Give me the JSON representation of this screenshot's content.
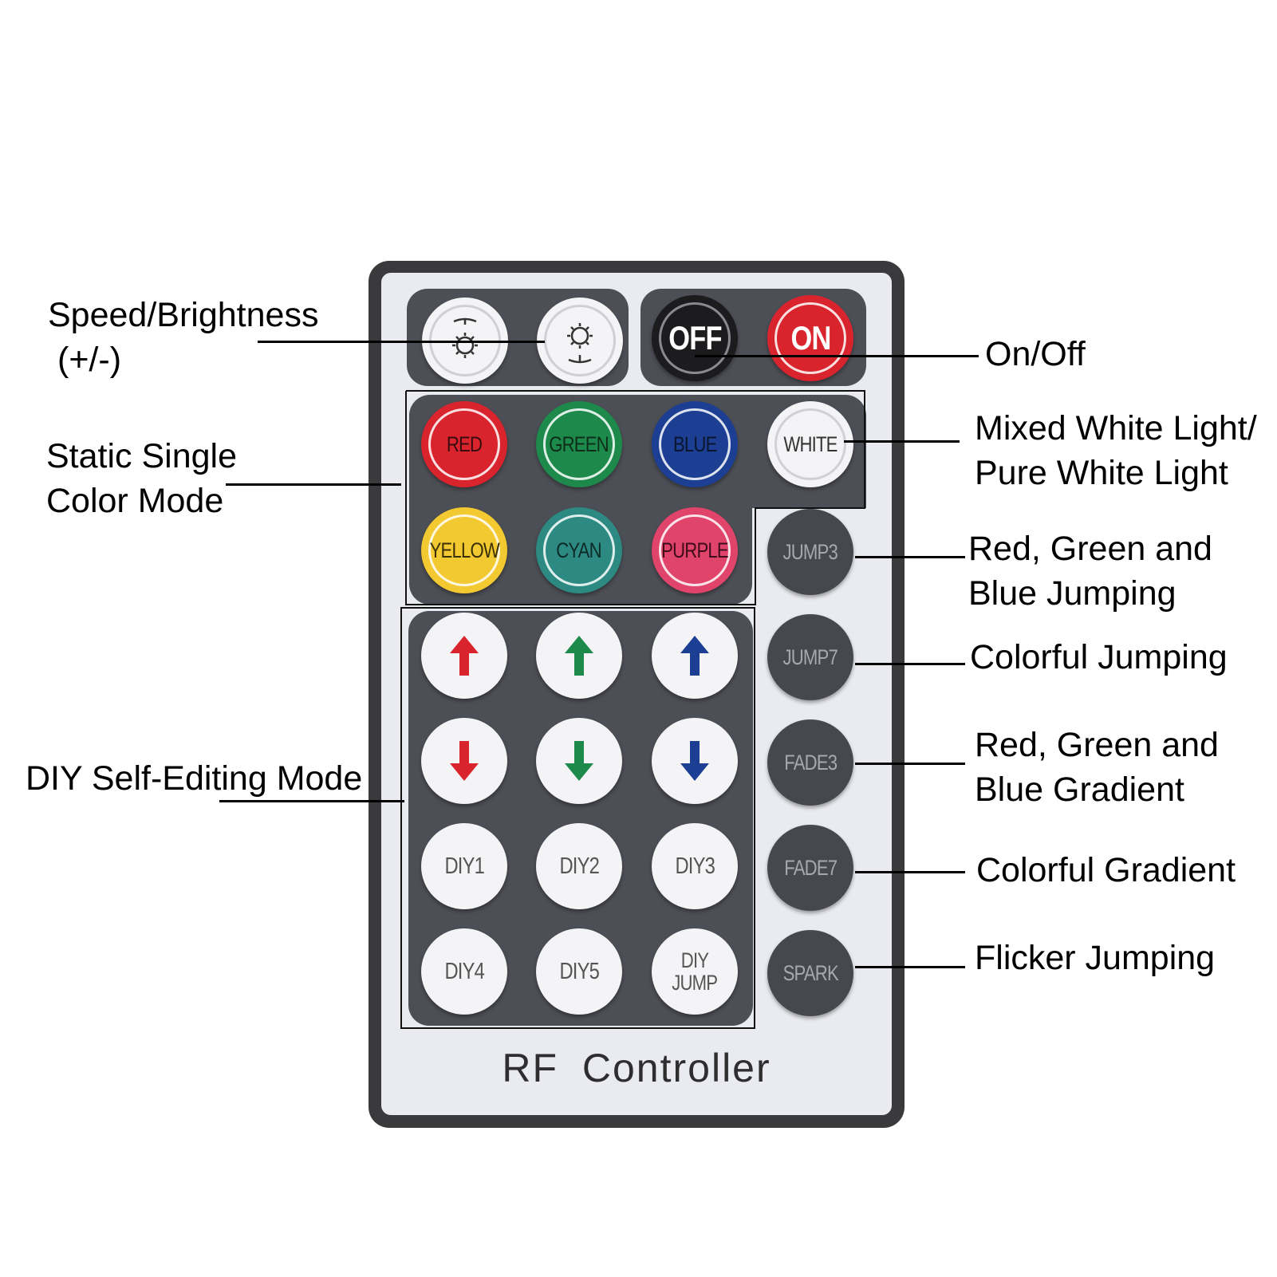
{
  "callouts": {
    "speed_brightness": "Speed/Brightness",
    "speed_brightness_sub": "(+/-)",
    "on_off": "On/Off",
    "mixed_white_1": "Mixed White Light/",
    "mixed_white_2": "Pure White Light",
    "static_single_1": "Static Single",
    "static_single_2": "Color Mode",
    "rgb_jumping_1": "Red, Green and",
    "rgb_jumping_2": "Blue Jumping",
    "colorful_jumping": "Colorful Jumping",
    "rgb_gradient_1": "Red, Green and",
    "rgb_gradient_2": "Blue Gradient",
    "colorful_gradient": "Colorful Gradient",
    "flicker_jumping": "Flicker Jumping",
    "diy_mode": "DIY Self-Editing Mode"
  },
  "remote": {
    "title": "RF Controller",
    "power": {
      "off": "OFF",
      "on": "ON"
    },
    "colors": [
      {
        "label": "RED",
        "color": "#d9242e"
      },
      {
        "label": "GREEN",
        "color": "#1d8a4c"
      },
      {
        "label": "BLUE",
        "color": "#1d3f93"
      },
      {
        "label": "WHITE",
        "color": "#f4f4f6"
      },
      {
        "label": "YELLOW",
        "color": "#f2c930"
      },
      {
        "label": "CYAN",
        "color": "#2d8a83"
      },
      {
        "label": "PURPLE",
        "color": "#e0446a"
      }
    ],
    "modes": [
      "JUMP3",
      "JUMP7",
      "FADE3",
      "FADE7",
      "SPARK"
    ],
    "diy": {
      "diy1": "DIY1",
      "diy2": "DIY2",
      "diy3": "DIY3",
      "diy4": "DIY4",
      "diy5": "DIY5",
      "diy_jump_1": "DIY",
      "diy_jump_2": "JUMP"
    },
    "arrow_colors": {
      "red": "#d9242e",
      "green": "#1d8a4c",
      "blue": "#1d3f93"
    },
    "icons": [
      "brightness-up-icon",
      "brightness-down-icon",
      "arrow-up-icon",
      "arrow-down-icon"
    ]
  }
}
